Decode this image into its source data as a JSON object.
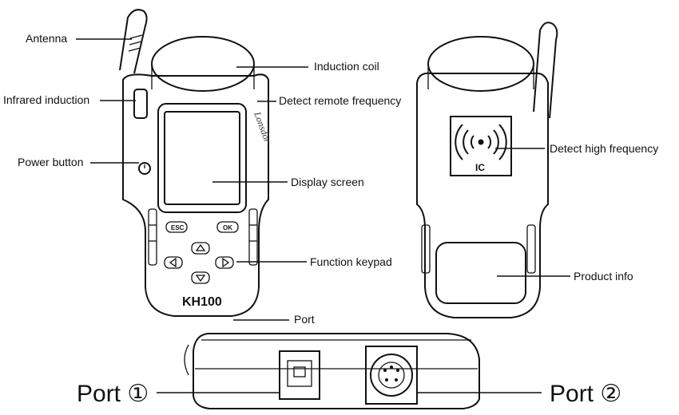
{
  "labels": {
    "antenna": "Antenna",
    "infrared_induction": "Infrared induction",
    "power_button": "Power button",
    "induction_coil": "Induction coil",
    "detect_remote_frequency": "Detect remote frequency",
    "display_screen": "Display screen",
    "function_keypad": "Function keypad",
    "port": "Port",
    "detect_high_frequency": "Detect high frequency",
    "product_info": "Product info",
    "port_1": "Port ①",
    "port_2": "Port ②"
  },
  "device": {
    "model": "KH100",
    "brand": "Lonsdor",
    "esc_key": "ESC",
    "ok_key": "OK",
    "ic_badge": "IC"
  }
}
